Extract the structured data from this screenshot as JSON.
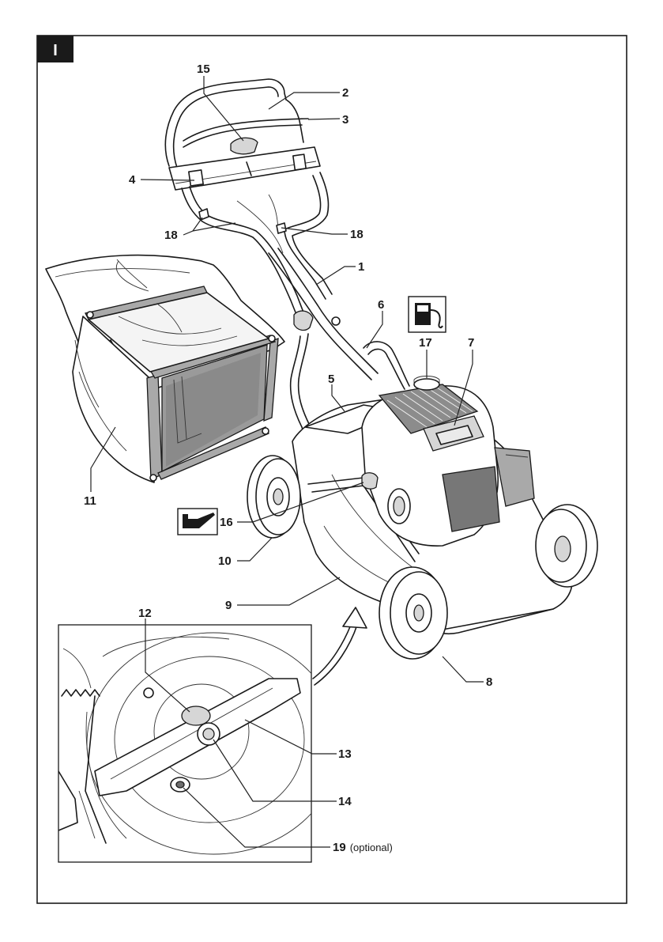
{
  "figure": {
    "section_label": "I",
    "callouts": [
      {
        "id": "c1",
        "num": "1"
      },
      {
        "id": "c2",
        "num": "2"
      },
      {
        "id": "c3",
        "num": "3"
      },
      {
        "id": "c4",
        "num": "4"
      },
      {
        "id": "c5",
        "num": "5"
      },
      {
        "id": "c6",
        "num": "6"
      },
      {
        "id": "c7",
        "num": "7"
      },
      {
        "id": "c8",
        "num": "8"
      },
      {
        "id": "c9",
        "num": "9"
      },
      {
        "id": "c10",
        "num": "10"
      },
      {
        "id": "c11",
        "num": "11"
      },
      {
        "id": "c12",
        "num": "12"
      },
      {
        "id": "c13",
        "num": "13"
      },
      {
        "id": "c14",
        "num": "14"
      },
      {
        "id": "c15",
        "num": "15"
      },
      {
        "id": "c16",
        "num": "16"
      },
      {
        "id": "c17",
        "num": "17"
      },
      {
        "id": "c18a",
        "num": "18"
      },
      {
        "id": "c18b",
        "num": "18"
      },
      {
        "id": "c19",
        "num": "19"
      }
    ],
    "c19_note": "(optional)",
    "icons": {
      "fuel": "fuel-pump-icon",
      "oil": "oil-can-icon"
    }
  }
}
